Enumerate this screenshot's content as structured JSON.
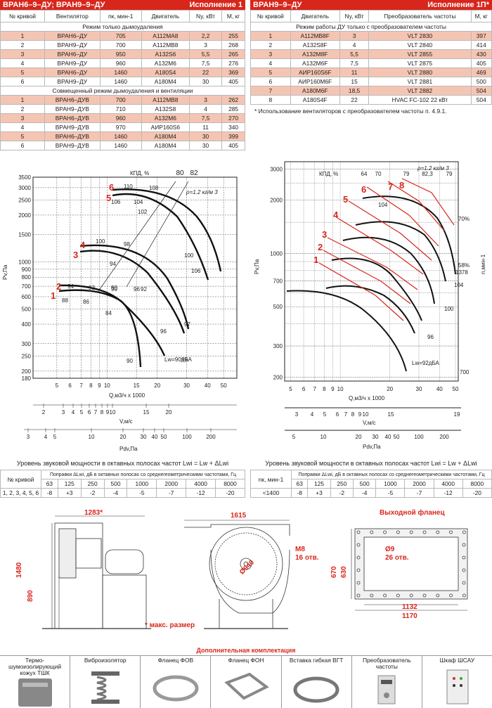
{
  "left_header": {
    "title": "ВРАН6–9–ДУ; ВРАН9–9–ДУ",
    "variant": "Исполнение 1"
  },
  "right_header": {
    "title": "ВРАН9–9–ДУ",
    "variant": "Исполнение 1П*"
  },
  "left_table": {
    "columns": [
      "№ кривой",
      "Вентилятор",
      "nк, мин-1",
      "Двигатель",
      "Ny, кВт",
      "М, кг"
    ],
    "section1": "Режим только дымоудаления",
    "rows1": [
      [
        "1",
        "ВРАН6–ДУ",
        "705",
        "А112МА8",
        "2,2",
        "255"
      ],
      [
        "2",
        "ВРАН9–ДУ",
        "700",
        "А112МВ8",
        "3",
        "268"
      ],
      [
        "3",
        "ВРАН6–ДУ",
        "950",
        "А132S6",
        "5,5",
        "265"
      ],
      [
        "4",
        "ВРАН9–ДУ",
        "960",
        "А132М6",
        "7,5",
        "276"
      ],
      [
        "5",
        "ВРАН6–ДУ",
        "1460",
        "А180S4",
        "22",
        "369"
      ],
      [
        "6",
        "ВРАН9–ДУ",
        "1460",
        "А180М4",
        "30",
        "405"
      ]
    ],
    "section2": "Совмещенный режим дымоудаления и вентиляции",
    "rows2": [
      [
        "1",
        "ВРАН6–ДУВ",
        "700",
        "А112МВ8",
        "3",
        "262"
      ],
      [
        "2",
        "ВРАН9–ДУВ",
        "710",
        "А132S8",
        "4",
        "285"
      ],
      [
        "3",
        "ВРАН6–ДУВ",
        "960",
        "А132М6",
        "7,5",
        "270"
      ],
      [
        "4",
        "ВРАН9–ДУВ",
        "970",
        "АИР160S6",
        "11",
        "340"
      ],
      [
        "5",
        "ВРАН6–ДУВ",
        "1460",
        "А180М4",
        "30",
        "399"
      ],
      [
        "6",
        "ВРАН9–ДУВ",
        "1460",
        "А180М4",
        "30",
        "405"
      ]
    ]
  },
  "right_table": {
    "columns": [
      "№ кривой",
      "Двигатель",
      "Ny, кВт",
      "Преобразователь частоты",
      "М, кг"
    ],
    "section": "Режим работы ДУ только с преобразователем частоты",
    "rows": [
      [
        "1",
        "А112МВ8F",
        "3",
        "VLT 2830",
        "397"
      ],
      [
        "2",
        "А132S8F",
        "4",
        "VLT 2840",
        "414"
      ],
      [
        "3",
        "А132М8F",
        "5,5",
        "VLT 2855",
        "430"
      ],
      [
        "4",
        "А132М6F",
        "7,5",
        "VLT 2875",
        "405"
      ],
      [
        "5",
        "АИР160S6F",
        "11",
        "VLT 2880",
        "469"
      ],
      [
        "6",
        "АИР160М6F",
        "15",
        "VLT 2881",
        "500"
      ],
      [
        "7",
        "А180М6F",
        "18,5",
        "VLT 2882",
        "504"
      ],
      [
        "8",
        "А180S4F",
        "22",
        "HVAC FC-102 22 кВт",
        "504"
      ]
    ],
    "note": "* Использование вентиляторов с преобразователем частоты п. 4.9.1."
  },
  "left_chart": {
    "y_title": "Pv,Па",
    "q_title": "Q,м3/ч х 1000",
    "v_title": "V,м/с",
    "pdv_title": "Pdv,Па",
    "kpd_title": "КПД, %",
    "rho": "ρ=1.2 кг/м 3",
    "lw": "Lw=90дБА",
    "y_ticks": [
      "3500",
      "3000",
      "2500",
      "2000",
      "1500",
      "1000",
      "900",
      "800",
      "700",
      "600",
      "500",
      "400",
      "300",
      "250",
      "200",
      "180"
    ],
    "q_ticks": [
      "5",
      "6",
      "7",
      "8",
      "9",
      "10",
      "15",
      "20",
      "30",
      "40",
      "50"
    ],
    "v_ticks": [
      "2",
      "3",
      "4",
      "5",
      "6",
      "7",
      "8",
      "9",
      "10",
      "15",
      "20"
    ],
    "pdv_ticks": [
      "3",
      "4",
      "5",
      "10",
      "20",
      "30",
      "40",
      "50",
      "100",
      "200"
    ],
    "kpd_ticks": [
      "80",
      "82"
    ],
    "curve_numbers": [
      "1",
      "2",
      "3",
      "4",
      "5",
      "6"
    ],
    "eff_labels": [
      "110",
      "108",
      "106",
      "104",
      "102",
      "100",
      "100",
      "98",
      "96",
      "94",
      "92",
      "90",
      "94",
      "92",
      "90",
      "88",
      "86",
      "84",
      "90",
      "96",
      "97",
      "99",
      "106"
    ]
  },
  "right_chart": {
    "y_title": "Pv,Па",
    "q_title": "Q,м3/ч х 1000",
    "v_title": "V,м/с",
    "pdv_title": "Pdv,Па",
    "n_title": "n,мин-1",
    "kpd_title": "КПД, %",
    "rho": "ρ=1.2 кг/м 3",
    "lw": "Lw=92дБА",
    "y_ticks": [
      "3000",
      "2000",
      "1000",
      "700",
      "500",
      "300",
      "200"
    ],
    "q_ticks": [
      "5",
      "6",
      "7",
      "8",
      "9",
      "10",
      "20",
      "30",
      "40",
      "50"
    ],
    "v_ticks": [
      "3",
      "4",
      "5",
      "6",
      "7",
      "8",
      "9",
      "10",
      "15",
      "19"
    ],
    "pdv_ticks": [
      "5",
      "10",
      "20",
      "30",
      "40",
      "50",
      "100",
      "200"
    ],
    "kpd_ticks": [
      "64",
      "70",
      "79",
      "82,3",
      "79"
    ],
    "curve_numbers": [
      "1",
      "2",
      "3",
      "4",
      "5",
      "6",
      "7",
      "8"
    ],
    "side_labels": [
      "70%",
      "58%",
      "1378",
      "104",
      "100",
      "96",
      "700"
    ],
    "eff_label": "104"
  },
  "sound_left": {
    "title": "Уровень звуковой мощности в октавных полосах частот Lwi = Lw + ΔLwi",
    "col_head": "№ кривой",
    "sub_head": "Поправки ΔLwi, дБ в октавных полосах со среднегеометрическими частотами, Гц",
    "freqs": [
      "63",
      "125",
      "250",
      "500",
      "1000",
      "2000",
      "4000",
      "8000"
    ],
    "row_label": "1, 2, 3, 4, 5, 6",
    "values": [
      "-8",
      "+3",
      "-2",
      "-4",
      "-5",
      "-7",
      "-12",
      "-20"
    ]
  },
  "sound_right": {
    "title": "Уровень звуковой мощности в октавных полосах частот Lwi = Lw + ΔLwi",
    "col_head": "nк, мин-1",
    "sub_head": "Поправки ΔLwi, дБ в октавных полосах со среднегеометрическими частотами, Гц",
    "freqs": [
      "63",
      "125",
      "250",
      "500",
      "1000",
      "2000",
      "4000",
      "8000"
    ],
    "row_label": "<1400",
    "values": [
      "-8",
      "+3",
      "-2",
      "-4",
      "-5",
      "-7",
      "-12",
      "-20"
    ]
  },
  "drawing": {
    "dim_1283": "1283*",
    "dim_1480": "1480",
    "dim_890": "890",
    "dim_1615": "1615",
    "phi940": "Ø940",
    "m8": "М8",
    "m8_holes": "16 отв.",
    "max_size": "* макс. размер",
    "flange_title": "Выходной фланец",
    "phi9": "Ø9",
    "holes26": "26 отв.",
    "dim_630": "630",
    "dim_670": "670",
    "dim_1132": "1132",
    "dim_1170": "1170"
  },
  "accessories": {
    "title": "Дополнительная комплектация",
    "items": [
      "Термо-шумоизолирующий кожух ТШК",
      "Виброизолятор",
      "Фланец ФОВ",
      "Фланец ФОН",
      "Вставка гибкая ВГТ",
      "Преобразователь частоты",
      "Шкаф ШСАУ"
    ]
  },
  "colors": {
    "brand": "#d8261c",
    "row_tint": "#f5c5b3",
    "curve_red": "#d8261c",
    "curve": "#111111"
  }
}
